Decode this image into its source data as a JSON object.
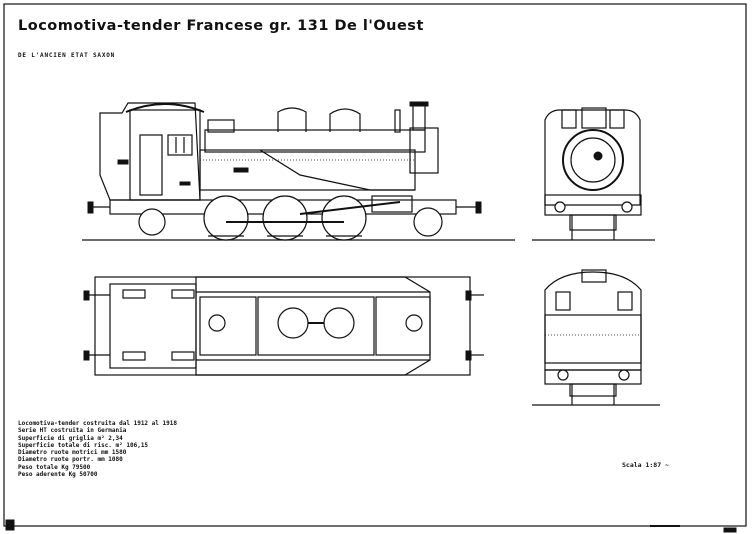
{
  "drawing": {
    "title": "Locomotiva-tender Francese gr. 131 De l'Ouest",
    "subtitle": "DE L'ANCIEN ETAT SAXON",
    "specs": [
      "Locomotiva-tender costruita dal 1912 al 1918",
      "Serie HT costruita in Germania",
      "Superficie di griglia m² 2,34",
      "Superficie totale di risc. m² 106,15",
      "Diametro ruote motrici mm 1580",
      "Diametro ruote portr. mm 1080",
      "Peso totale Kg 79500",
      "Peso aderente Kg 50700"
    ],
    "scale": "Scala 1:87 ~"
  }
}
